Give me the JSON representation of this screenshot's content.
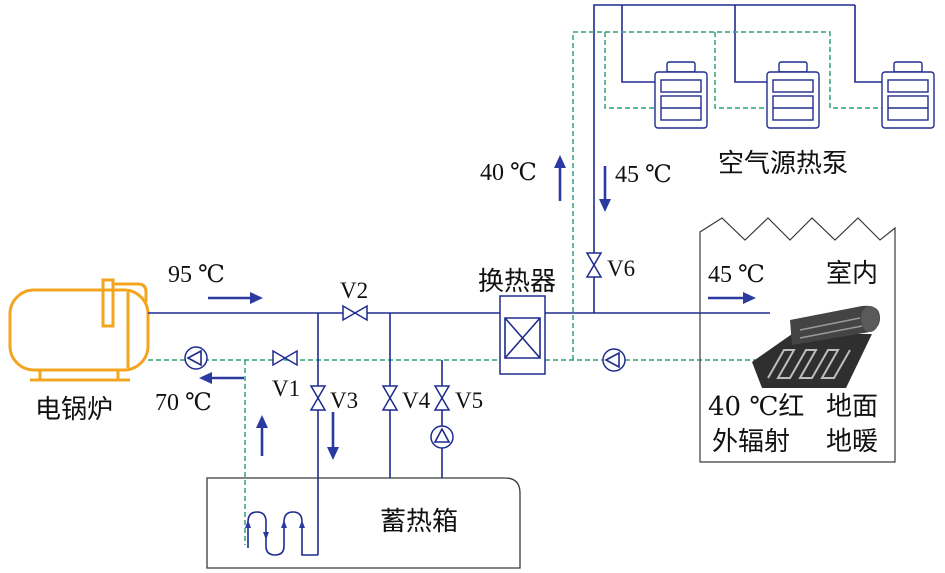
{
  "labels": {
    "heat_pump": "空气源热泵",
    "hp_supply_temp": "40 ℃",
    "hp_return_temp": "45 ℃",
    "valve_v6": "V6",
    "room_temp": "45 ℃",
    "room": "室内",
    "boiler_supply_temp": "95 ℃",
    "valve_v2": "V2",
    "heat_exchanger": "换热器",
    "boiler": "电锅炉",
    "boiler_return_temp": "70 ℃",
    "valve_v1": "V1",
    "valve_v3": "V3",
    "valve_v4": "V4",
    "valve_v5": "V5",
    "radiant_line1": "40 ℃红",
    "radiant_line2": "外辐射",
    "floor_line1": "地面",
    "floor_line2": "地暖",
    "storage_tank": "蓄热箱"
  },
  "colors": {
    "supply_pipe": "#1e2b8f",
    "return_pipe": "#2fa37a",
    "boiler": "#f2a51f",
    "arrow": "#2a3aa0"
  }
}
